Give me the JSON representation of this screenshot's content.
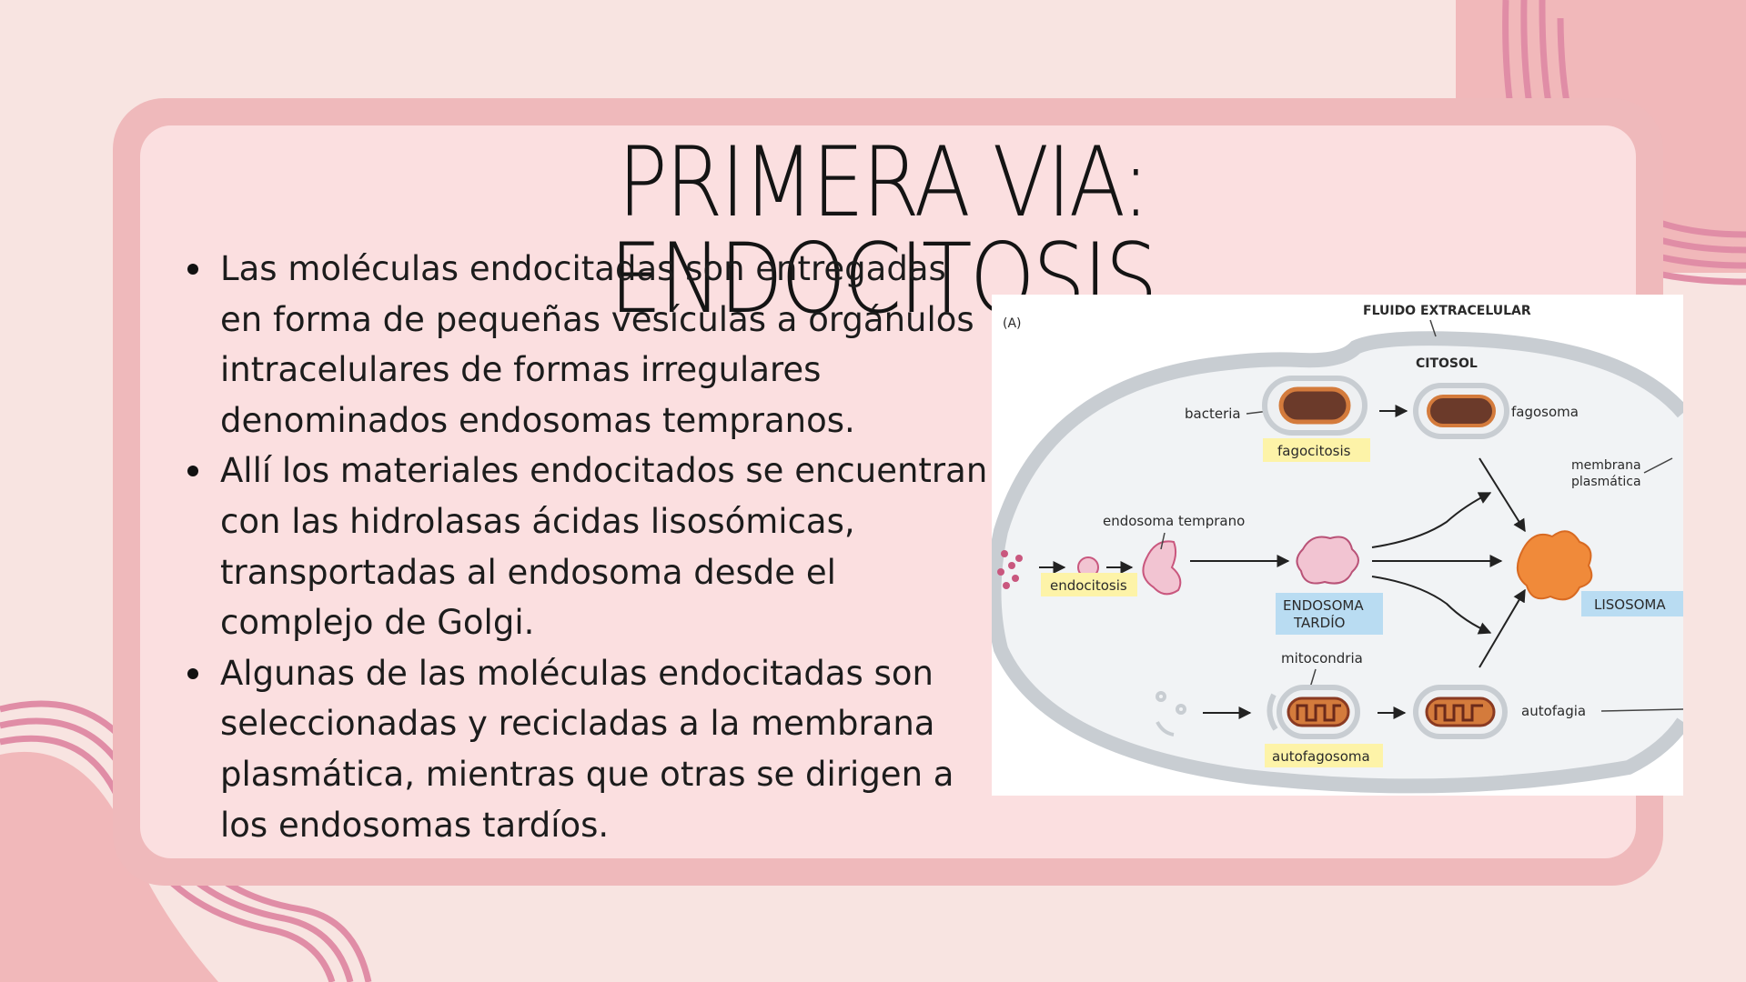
{
  "slide": {
    "title": "PRIMERA VIA: ENDOCITOSIS",
    "bullets": [
      "Las moléculas endocitadas son entregadas en forma de pequeñas vesículas a orgánulos intracelulares de formas irregulares denominados endosomas tempranos.",
      "Allí los materiales endocitados se encuentran con las hidrolasas ácidas lisosómicas, transportadas al endosoma desde el complejo de Golgi.",
      "Algunas de las moléculas endocitadas son seleccionadas y recicladas a la membrana plasmática, mientras que otras se dirigen a los endosomas tardíos."
    ]
  },
  "diagram": {
    "panel": "(A)",
    "fluido": "FLUIDO EXTRACELULAR",
    "citosol": "CITOSOL",
    "bacteria": "bacteria",
    "fagosoma": "fagosoma",
    "fagocitosis": "fagocitosis",
    "membrana_1": "membrana",
    "membrana_2": "plasmática",
    "endosoma_temprano": "endosoma temprano",
    "endocitosis": "endocitosis",
    "endosoma_tardio_1": "ENDOSOMA",
    "endosoma_tardio_2": "TARDÍO",
    "lisosoma": "LISOSOMA",
    "mitocondria": "mitocondria",
    "autofagia": "autofagia",
    "autofagosoma": "autofagosoma"
  },
  "colors": {
    "background": "#f8e4e1",
    "frame": "#efb9bb",
    "panel": "#fbdfe0",
    "accent_pink": "#e08da6",
    "yellow_tag": "#fdf3a8",
    "blue_tag": "#b9dcf2",
    "lysosome": "#f08a3a"
  }
}
